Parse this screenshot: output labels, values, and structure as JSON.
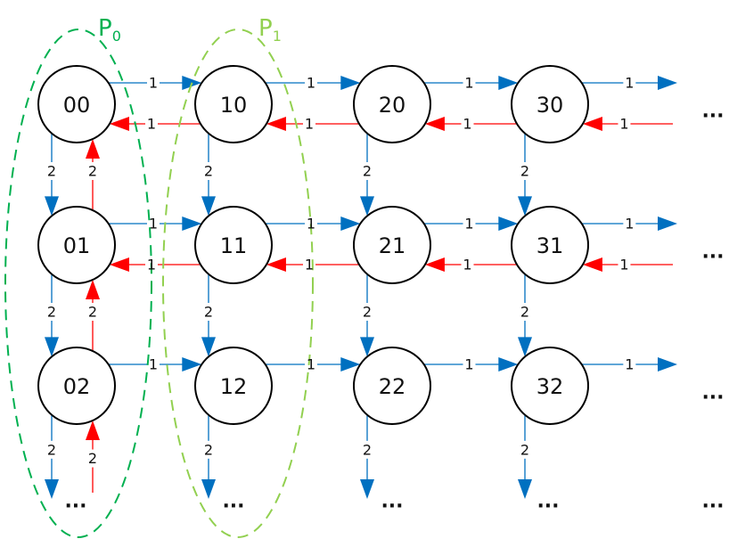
{
  "diagram": {
    "partitions": [
      {
        "label": "P",
        "subscript": "0",
        "color": "#00b050"
      },
      {
        "label": "P",
        "subscript": "1",
        "color": "#92d050"
      }
    ],
    "nodes": [
      [
        "00",
        "01",
        "02"
      ],
      [
        "10",
        "11",
        "12"
      ],
      [
        "20",
        "21",
        "22"
      ],
      [
        "30",
        "31",
        "32"
      ]
    ],
    "forward_edge_weight": "1",
    "backward_edge_weight": "1",
    "down_edge_weight": "2",
    "up_edge_weight": "2",
    "continuation": "...",
    "colors": {
      "forward": "#0070c0",
      "backward": "#ff0000",
      "node_stroke": "#000000"
    }
  }
}
